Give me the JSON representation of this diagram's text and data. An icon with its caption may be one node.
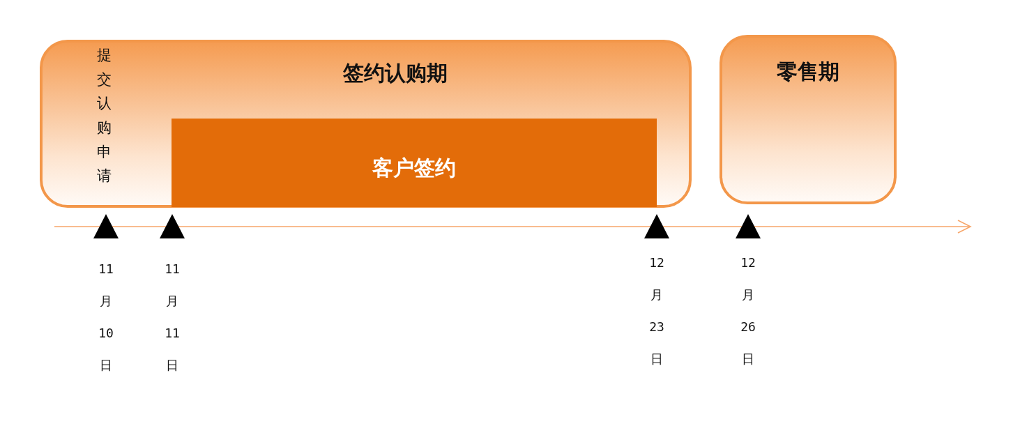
{
  "diagram": {
    "nodes": [
      {
        "text": [
          "提交认购申请",
          "签约认购期"
        ]
      },
      {
        "text": [
          "客户签约"
        ],
        "in": 0
      },
      {
        "text": [
          "零售期"
        ]
      }
    ],
    "labels": [
      "11月10日",
      "11月11日",
      "12月23日",
      "12月26日"
    ]
  }
}
